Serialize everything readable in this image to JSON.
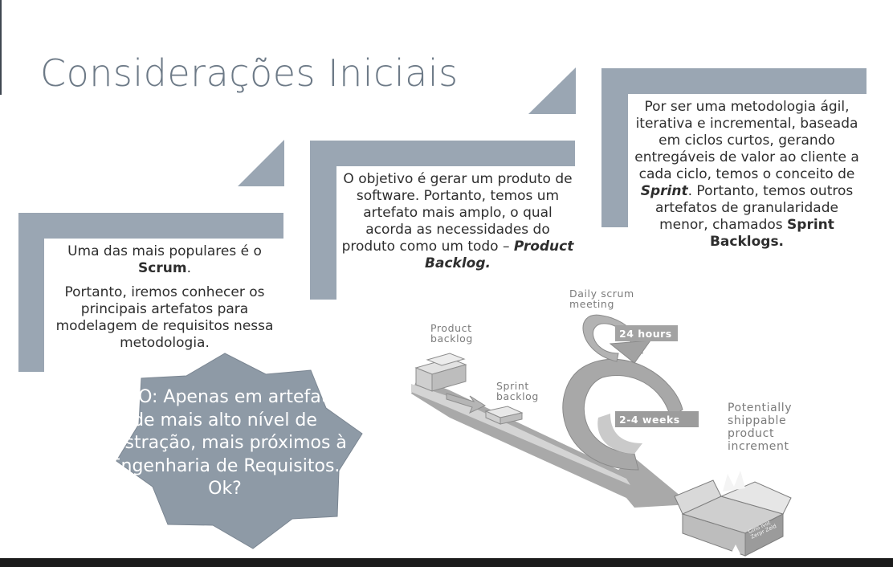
{
  "slide": {
    "title": "Considerações Iniciais"
  },
  "box1": {
    "line1": "Uma das mais populares é o",
    "scrum": "Scrum",
    "period": ".",
    "para2": "Portanto, iremos conhecer os principais artefatos para modelagem de requisitos nessa metodologia."
  },
  "box2": {
    "text": "O objetivo é gerar um produto de software. Portanto, temos um artefato mais amplo, o qual acorda as necessidades do produto como um todo –",
    "product_backlog": "Product Backlog."
  },
  "box3": {
    "text_a": "Por ser uma metodologia ágil, iterativa e incremental, baseada em ciclos curtos, gerando entregáveis de valor ao cliente a cada ciclo, temos o conceito de",
    "sprint": "Sprint",
    "text_b": ". Portanto, temos outros artefatos de granularidade menor, chamados",
    "sprint_backlogs": "Sprint Backlogs."
  },
  "star": {
    "text": "FOCO: Apenas em artefatos de mais alto nível de abstração, mais próximos à Engenharia de Requisitos. Ok?"
  },
  "scrum_diagram": {
    "product_backlog_line1": "Product",
    "product_backlog_line2": "backlog",
    "sprint_backlog_line1": "Sprint",
    "sprint_backlog_line2": "backlog",
    "daily_line1": "Daily scrum",
    "daily_line2": "meeting",
    "hours": "24 hours",
    "weeks": "2-4 weeks",
    "increment_line1": "Potentially",
    "increment_line2": "shippable",
    "increment_line3": "product",
    "increment_line4": "increment",
    "box_label_line1": "Gino Ivot",
    "box_label_line2": "Zerpr Zeld"
  },
  "colors": {
    "accent": "#9aa6b3",
    "title": "#6d7a87",
    "star": "#8e9aa6"
  }
}
